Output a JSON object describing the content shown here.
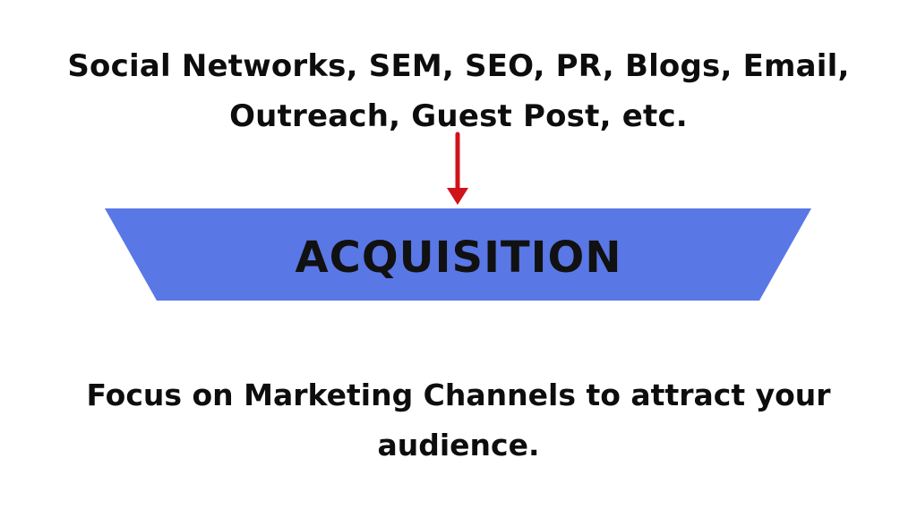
{
  "channels": {
    "line1": "Social Networks, SEM, SEO, PR, Blogs, Email,",
    "line2": "Outreach, Guest Post, etc."
  },
  "stage": {
    "label": "ACQUISITION",
    "fill_color": "#5a77e6"
  },
  "arrow": {
    "color": "#d0121b"
  },
  "description": {
    "line1": "Focus on Marketing Channels to attract your",
    "line2": "audience."
  }
}
